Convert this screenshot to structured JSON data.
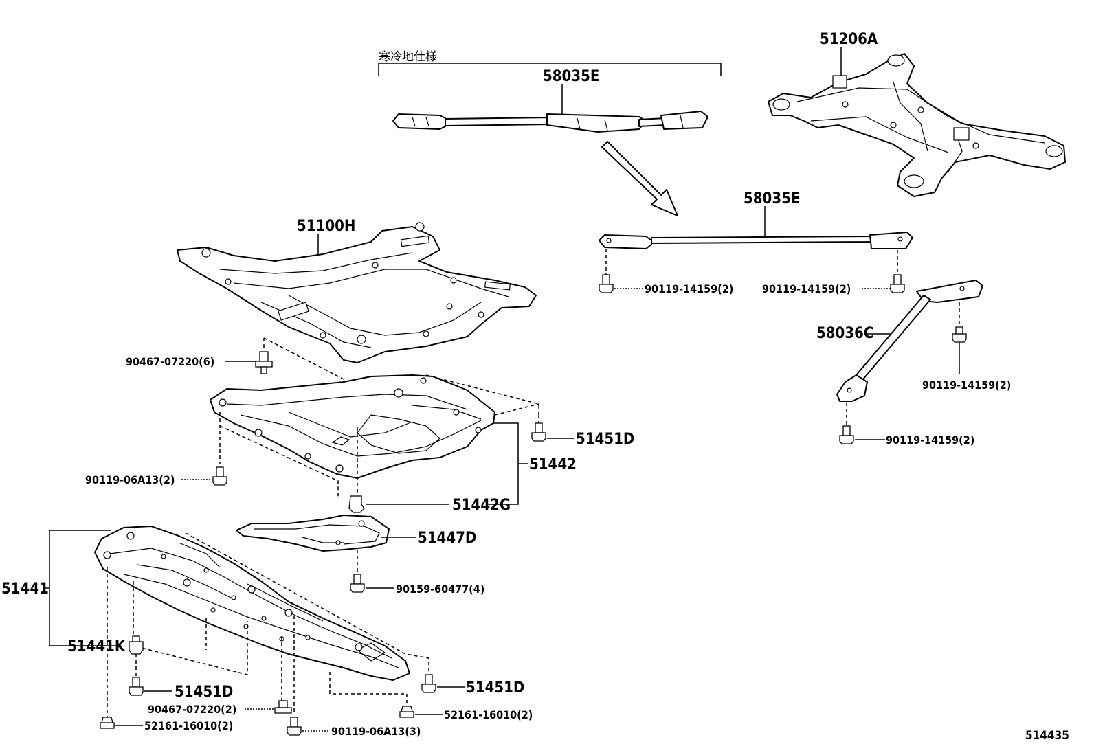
{
  "labels": {
    "cold_region_spec": "寒冷地仕様",
    "p51206A": "51206A",
    "p58035E_top": "58035E",
    "p58035E": "58035E",
    "p51100H": "51100H",
    "p90119_14159_left": "90119-14159(2)",
    "p90119_14159_right": "90119-14159(2)",
    "p58036C": "58036C",
    "p90119_14159_c1": "90119-14159(2)",
    "p90119_14159_c2": "90119-14159(2)",
    "p90467_07220_6": "90467-07220(6)",
    "p51451D_a": "51451D",
    "p51442": "51442",
    "p90119_06A13_2": "90119-06A13(2)",
    "p51442G": "51442G",
    "p51447D": "51447D",
    "p51441": "51441",
    "p90159_60477": "90159-60477(4)",
    "p51441K": "51441K",
    "p51451D_b": "51451D",
    "p51451D_c": "51451D",
    "p90467_07220_2": "90467-07220(2)",
    "p52161_16010_a": "52161-16010(2)",
    "p52161_16010_b": "52161-16010(2)",
    "p90119_06A13_3": "90119-06A13(3)",
    "diagram_id": "514435"
  }
}
